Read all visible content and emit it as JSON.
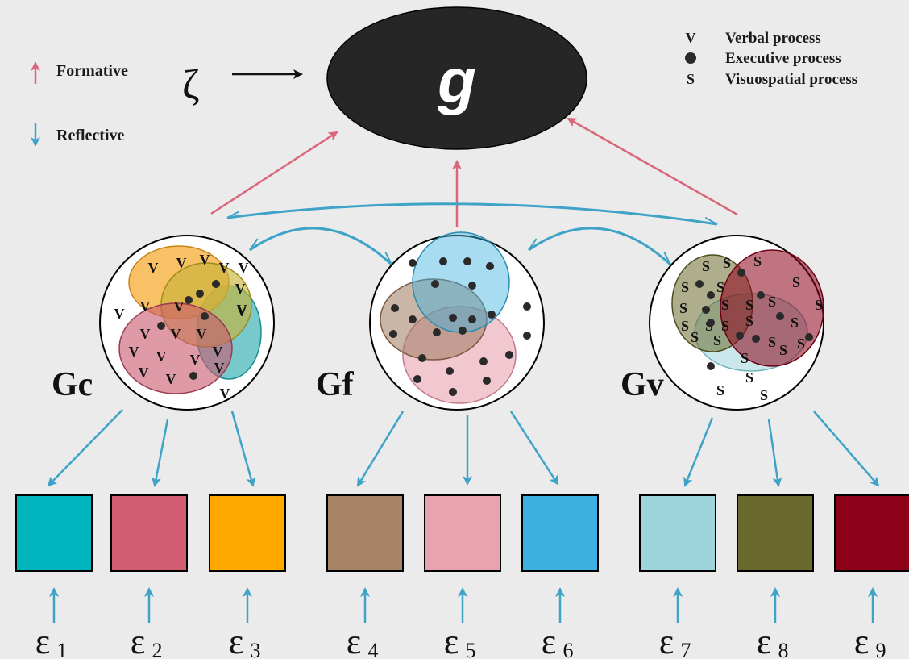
{
  "legend_left": {
    "formative": "Formative",
    "reflective": "Reflective"
  },
  "legend_right": {
    "verbal_symbol": "V",
    "verbal": "Verbal process",
    "executive": "Executive process",
    "visuo_symbol": "S",
    "visuospatial": "Visuospatial process"
  },
  "zeta": "ζ",
  "g_label": "g",
  "factors": [
    {
      "label": "Gc"
    },
    {
      "label": "Gf"
    },
    {
      "label": "Gv"
    }
  ],
  "tests": [
    {
      "color": "#00b5bd",
      "error": "ε",
      "sub": "1"
    },
    {
      "color": "#d15e70",
      "error": "ε",
      "sub": "2"
    },
    {
      "color": "#ffa800",
      "error": "ε",
      "sub": "3"
    },
    {
      "color": "#a88466",
      "error": "ε",
      "sub": "4"
    },
    {
      "color": "#e8a3b1",
      "error": "ε",
      "sub": "5"
    },
    {
      "color": "#3db2e0",
      "error": "ε",
      "sub": "6"
    },
    {
      "color": "#9ed5dc",
      "error": "ε",
      "sub": "7"
    },
    {
      "color": "#6b6a2e",
      "error": "ε",
      "sub": "8"
    },
    {
      "color": "#8c0018",
      "error": "ε",
      "sub": "9"
    }
  ],
  "colors": {
    "formative": "#d9667a",
    "reflective": "#3fa3c8",
    "g_fill": "#262626"
  }
}
